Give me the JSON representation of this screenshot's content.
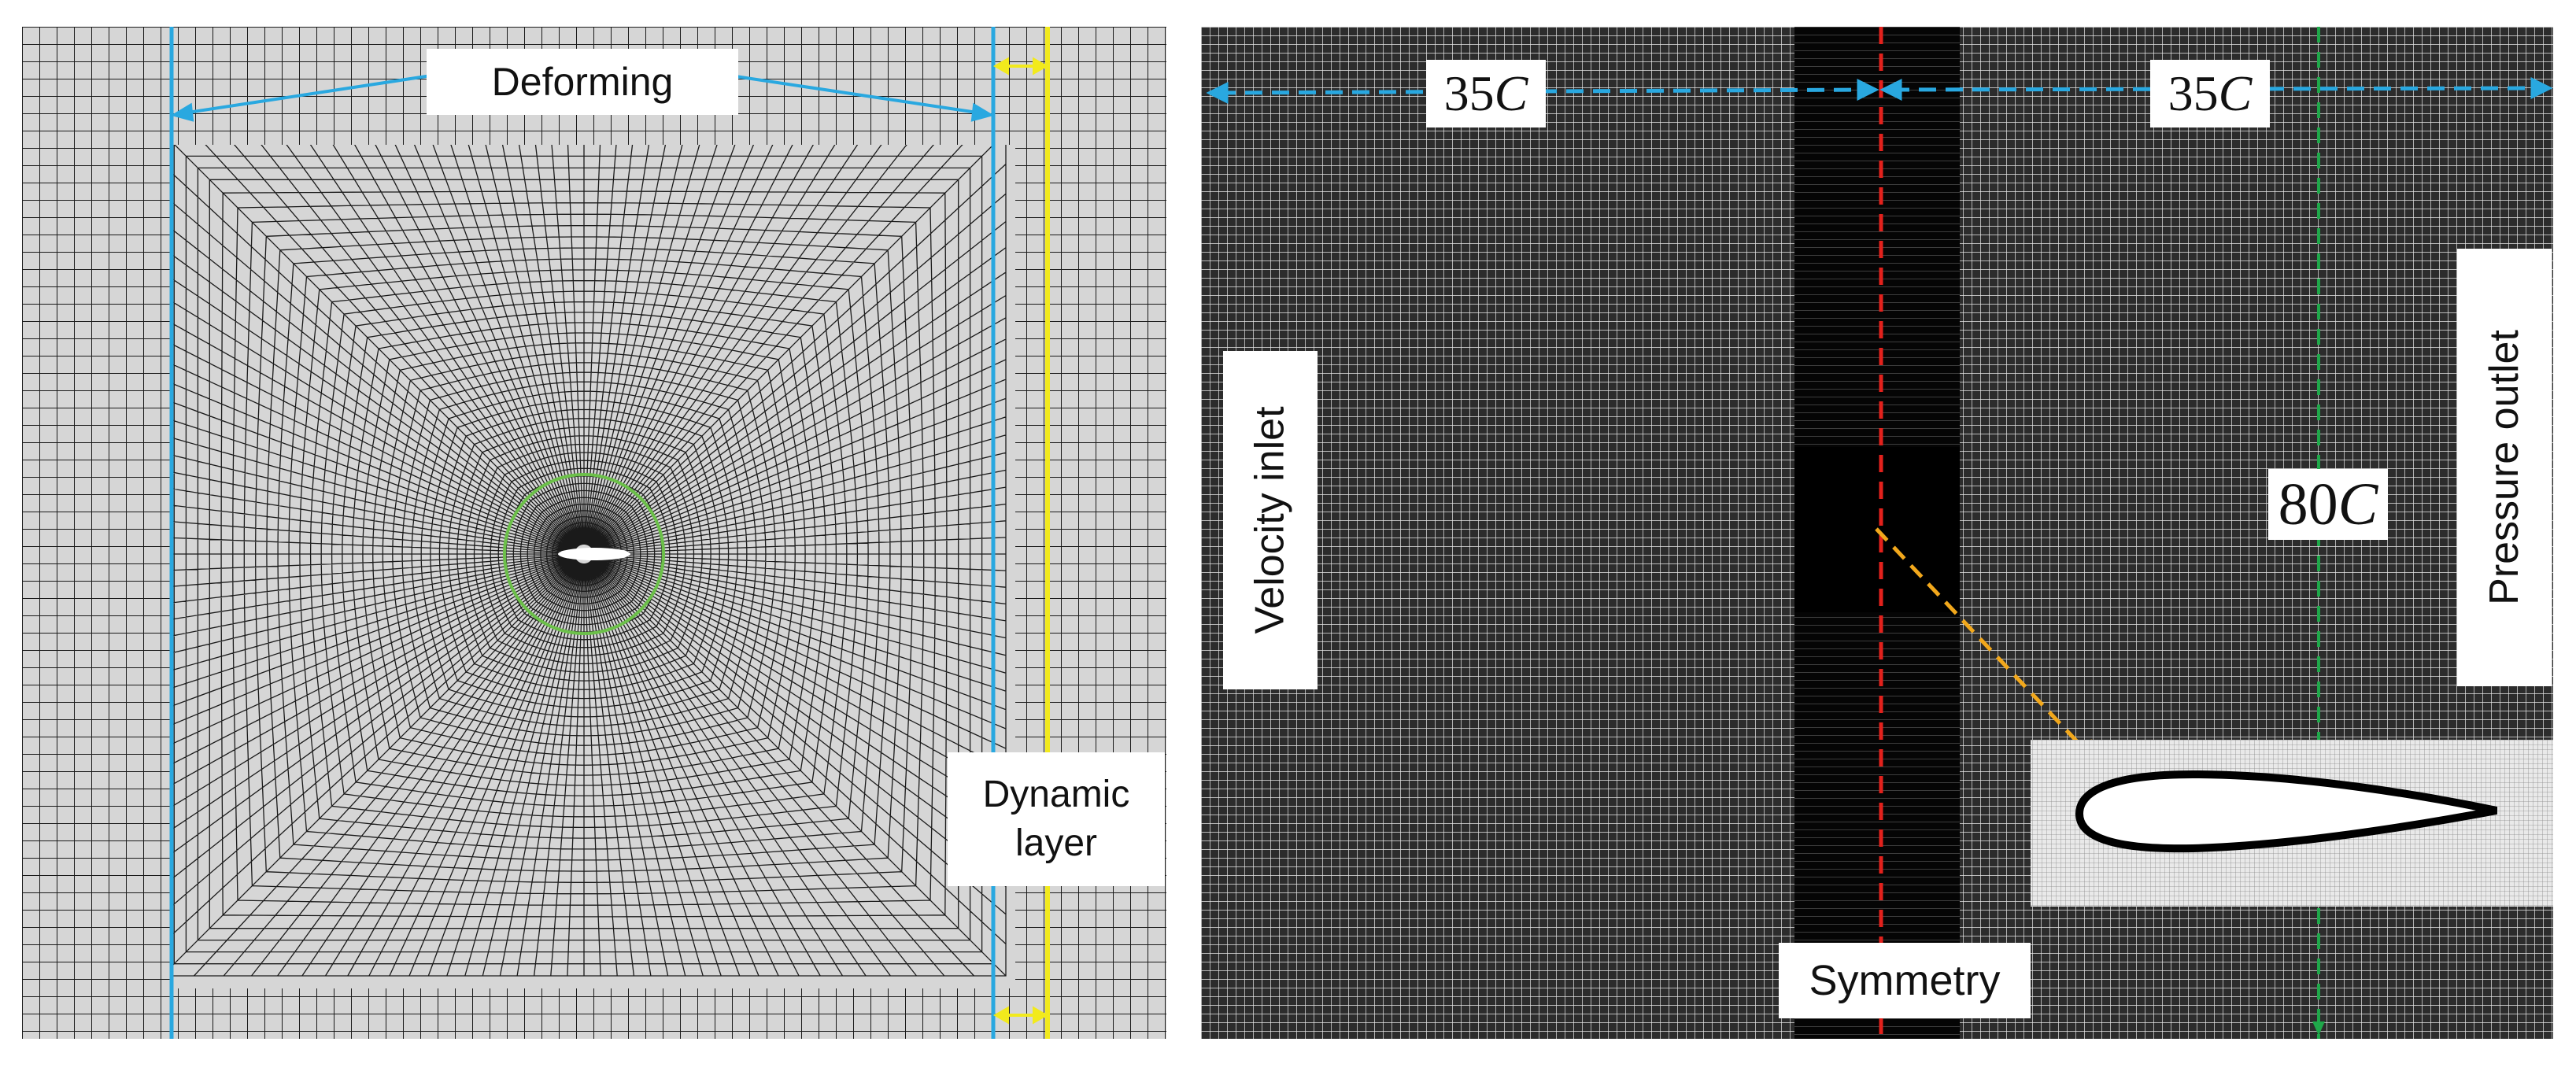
{
  "left_panel": {
    "deforming_label": "Deforming",
    "dynamic_layer_label": "Dynamic\nlayer",
    "colors": {
      "background": "#d6d6d6",
      "mesh_line": "#1a1a1a",
      "deforming_boundary": "#29a8e0",
      "dynamic_layer": "#f2ea1c",
      "interface_circle": "#6cc04a",
      "airfoil": "#ffffff"
    }
  },
  "right_panel": {
    "dim_left_value": "35",
    "dim_right_value": "35",
    "dim_vertical_value": "80",
    "dim_unit": "C",
    "velocity_inlet_label": "Velocity inlet",
    "pressure_outlet_label": "Pressure outlet",
    "symmetry_label": "Symmetry",
    "colors": {
      "background": "#3a3a3a",
      "mesh_line": "#e8e8e8",
      "dimension_arrow": "#29a8e0",
      "symmetry_line": "#e3211c",
      "vertical_dimension": "#1fa84a",
      "zoom_pointer": "#f2a81c",
      "airfoil": "#ffffff"
    }
  }
}
